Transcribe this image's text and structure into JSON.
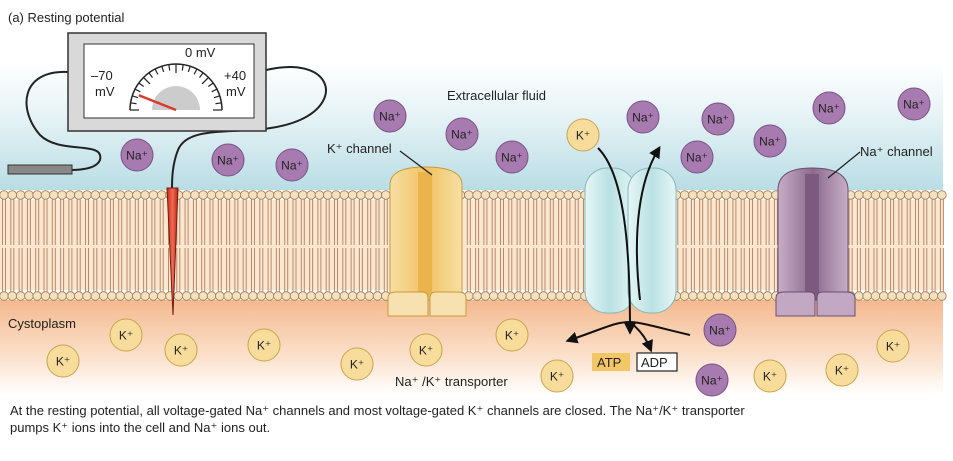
{
  "title": "(a) Resting potential",
  "meter": {
    "zero_label": "0 mV",
    "min_value": "–70",
    "min_unit": "mV",
    "max_value": "+40",
    "max_unit": "mV",
    "reading_mv": -70
  },
  "regions": {
    "extracellular": "Extracellular fluid",
    "cytoplasm": "Cystoplasm"
  },
  "labels": {
    "k_channel": "K⁺ channel",
    "na_channel": "Na⁺ channel",
    "transporter": "Na⁺ /K⁺ transporter",
    "atp": "ATP",
    "adp": "ADP"
  },
  "ions": {
    "na_label": "Na⁺",
    "k_label": "K⁺"
  },
  "caption": {
    "line1": "At the resting potential, all voltage-gated Na⁺ channels and most voltage-gated K⁺ channels are closed. The Na⁺/K⁺ transporter",
    "line2": "pumps K⁺ ions into the cell and Na⁺ ions out."
  },
  "colors": {
    "extracellular": "#cfe8ee",
    "cytoplasm": "#f6c7a6",
    "na_ion": "#a77ab0",
    "k_ion": "#f7dc9c",
    "k_channel": "#f3cf7e",
    "transporter": "#c9eaea",
    "na_channel": "#9f7d9f",
    "membrane_head": "#f3e2bd",
    "atp_fill": "#f3c765"
  }
}
